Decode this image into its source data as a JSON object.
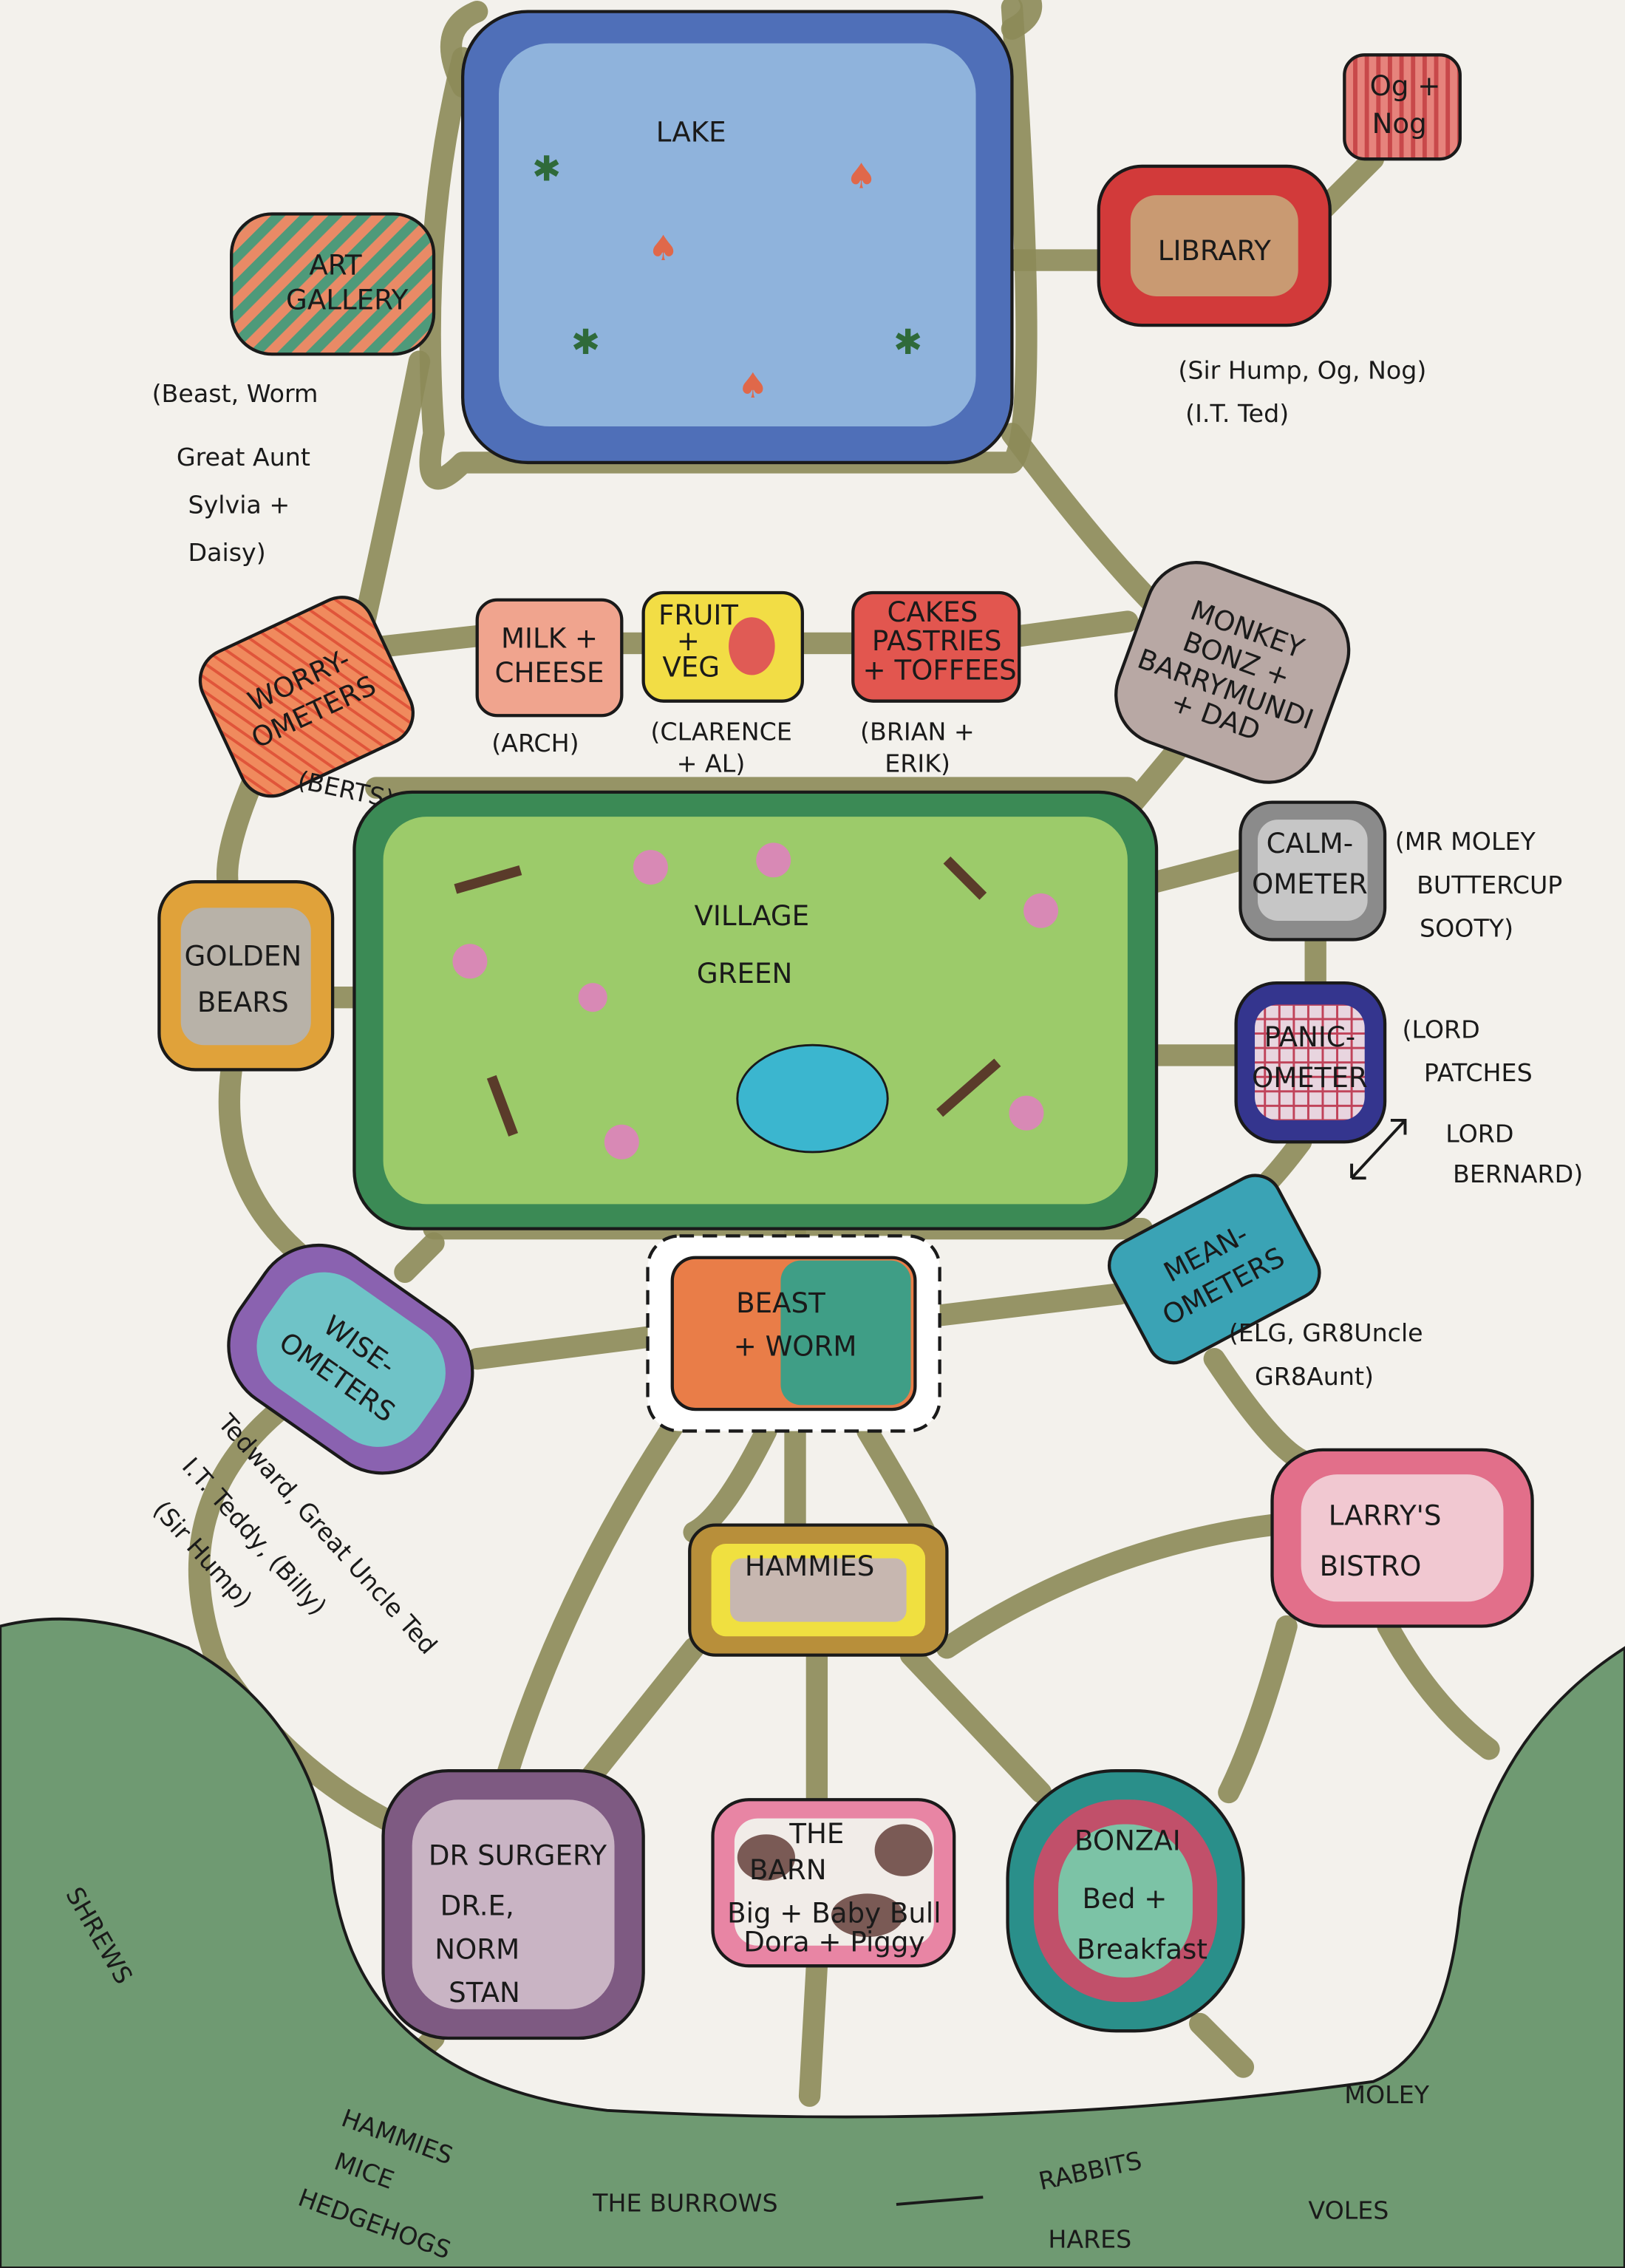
{
  "title": "Village map",
  "places": {
    "lake": "LAKE",
    "og_nog": [
      "Og +",
      "Nog"
    ],
    "library": "LIBRARY",
    "library_note": [
      "(Sir Hump, Og, Nog)",
      "(I.T. Ted)"
    ],
    "art_gallery": [
      "ART",
      "GALLERY"
    ],
    "art_note": [
      "(Beast, Worm",
      "Great Aunt",
      "Sylvia +",
      "Daisy)"
    ],
    "milk_cheese": [
      "MILK +",
      "CHEESE"
    ],
    "milk_note": "(ARCH)",
    "fruit_veg": [
      "FRUIT",
      "+",
      "VEG"
    ],
    "fruit_note": [
      "(CLARENCE",
      "+ AL)"
    ],
    "cakes": [
      "CAKES",
      "PASTRIES",
      "+ TOFFEES"
    ],
    "cakes_note": [
      "(BRIAN +",
      "ERIK)"
    ],
    "monkey": [
      "MONKEY",
      "BONZ +",
      "BARRYMUNDI",
      "+ DAD"
    ],
    "worry": [
      "WORRY-",
      "OMETERS"
    ],
    "worry_note": "(BERTS)",
    "village_green": [
      "VILLAGE",
      "GREEN"
    ],
    "golden_bears": [
      "GOLDEN",
      "BEARS"
    ],
    "calm": [
      "CALM-",
      "OMETER"
    ],
    "calm_note": [
      "(MR MOLEY",
      "BUTTERCUP",
      "SOOTY)"
    ],
    "panic": [
      "PANIC-",
      "OMETER"
    ],
    "panic_note": [
      "(LORD",
      "PATCHES",
      "LORD",
      "BERNARD)"
    ],
    "mean": [
      "MEAN-",
      "OMETERS"
    ],
    "mean_note": [
      "(ELG, GR8Uncle",
      "GR8Aunt)"
    ],
    "wise": [
      "WISE-",
      "OMETERS"
    ],
    "wise_note": [
      "Tedward, Great Uncle Ted",
      "I.T. Teddy, (Billy)",
      "(Sir Hump)"
    ],
    "beast_worm": [
      "BEAST",
      "+ WORM"
    ],
    "larrys": [
      "LARRY'S",
      "BISTRO"
    ],
    "hammies": "HAMMIES",
    "dr_surgery": [
      "DR SURGERY",
      "DR.E,",
      "NORM",
      "STAN"
    ],
    "barn": [
      "THE",
      "BARN",
      "Big + Baby Bull",
      "Dora + Piggy"
    ],
    "bonzai": [
      "BONZAI",
      "Bed +",
      "Breakfast"
    ],
    "burrows": {
      "shrews": "SHREWS",
      "left": [
        "HAMMIES",
        "MICE",
        "HEDGEHOGS"
      ],
      "center": "THE BURROWS",
      "right": [
        "RABBITS",
        "HARES"
      ],
      "moley": "MOLEY",
      "voles": "VOLES"
    }
  },
  "colors": {
    "road": "#8c8a58",
    "lake": "#7f9fd0",
    "green": "#8fc46a",
    "hills": "#6f9a72"
  }
}
